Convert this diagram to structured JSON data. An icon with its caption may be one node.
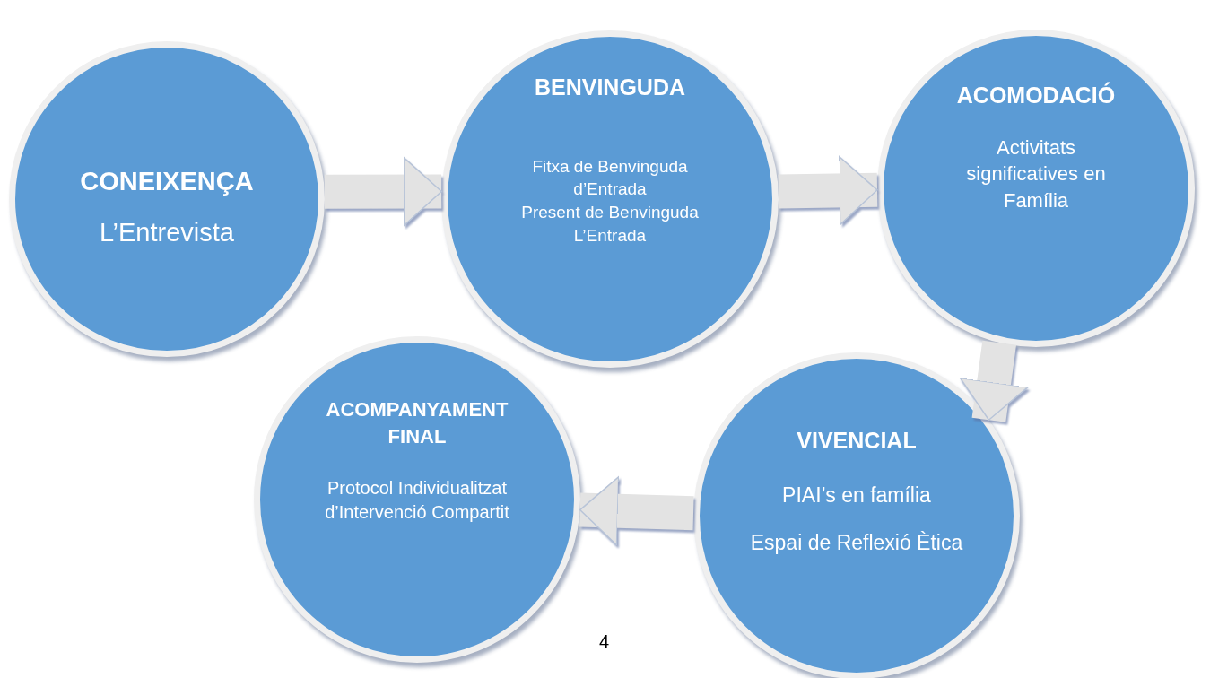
{
  "diagram": {
    "nodes": [
      {
        "text": [
          "CONEIXENÇA",
          "L’Entrevista"
        ]
      },
      {
        "text": [
          "BENVINGUDA",
          "Fitxa de Benvinguda d’Entrada",
          "Present de Benvinguda",
          "L’Entrada"
        ]
      },
      {
        "text": [
          "ACOMODACIÓ",
          "Activitats significatives en Família"
        ]
      },
      {
        "text": [
          "VIVENCIAL",
          "PIAI’s en família",
          "Espai de Reflexió Ètica"
        ]
      },
      {
        "text": [
          "ACOMPANYAMENT FINAL",
          "Protocol Individualitzat d’Intervenció Compartit"
        ]
      }
    ],
    "edges": [
      {
        "from": 0,
        "to": 1,
        "arrow": "to"
      },
      {
        "from": 1,
        "to": 2,
        "arrow": "to"
      },
      {
        "from": 2,
        "to": 3,
        "arrow": "to"
      },
      {
        "from": 3,
        "to": 4,
        "arrow": "to"
      }
    ],
    "labels": [
      "4"
    ]
  }
}
